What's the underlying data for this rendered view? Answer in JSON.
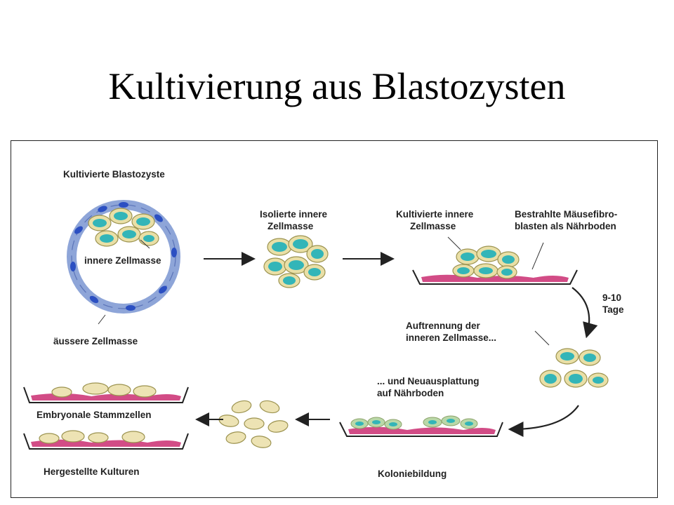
{
  "title": "Kultivierung aus Blastozysten",
  "labels": {
    "kultivierte_blastozyste": "Kultivierte Blastozyste",
    "innere_zellmasse": "innere Zellmasse",
    "aeussere_zellmasse": "äussere Zellmasse",
    "isolierte_line1": "Isolierte innere",
    "isolierte_line2": "Zellmasse",
    "kultivierte_innere_line1": "Kultivierte innere",
    "kultivierte_innere_line2": "Zellmasse",
    "bestrahlte_line1": "Bestrahlte Mäusefibro-",
    "bestrahlte_line2": "blasten als Nährboden",
    "tage_line1": "9-10",
    "tage_line2": "Tage",
    "auftrennung_line1": "Auftrennung der",
    "auftrennung_line2": "inneren Zellmasse...",
    "neuausplattung_line1": "... und Neuausplattung",
    "neuausplattung_line2": "auf Nährboden",
    "koloniebildung": "Koloniebildung",
    "embryonale": "Embryonale Stammzellen",
    "hergestellte": "Hergestellte Kulturen"
  },
  "colors": {
    "cell_fill": "#e9dfa6",
    "cell_outline": "#9c9350",
    "nucleus": "#33b5b8",
    "trophoblast": "#8ea5d8",
    "trophoblast_nucleus": "#2b4fc2",
    "feeder": "#d24c86",
    "arrow": "#222222"
  }
}
